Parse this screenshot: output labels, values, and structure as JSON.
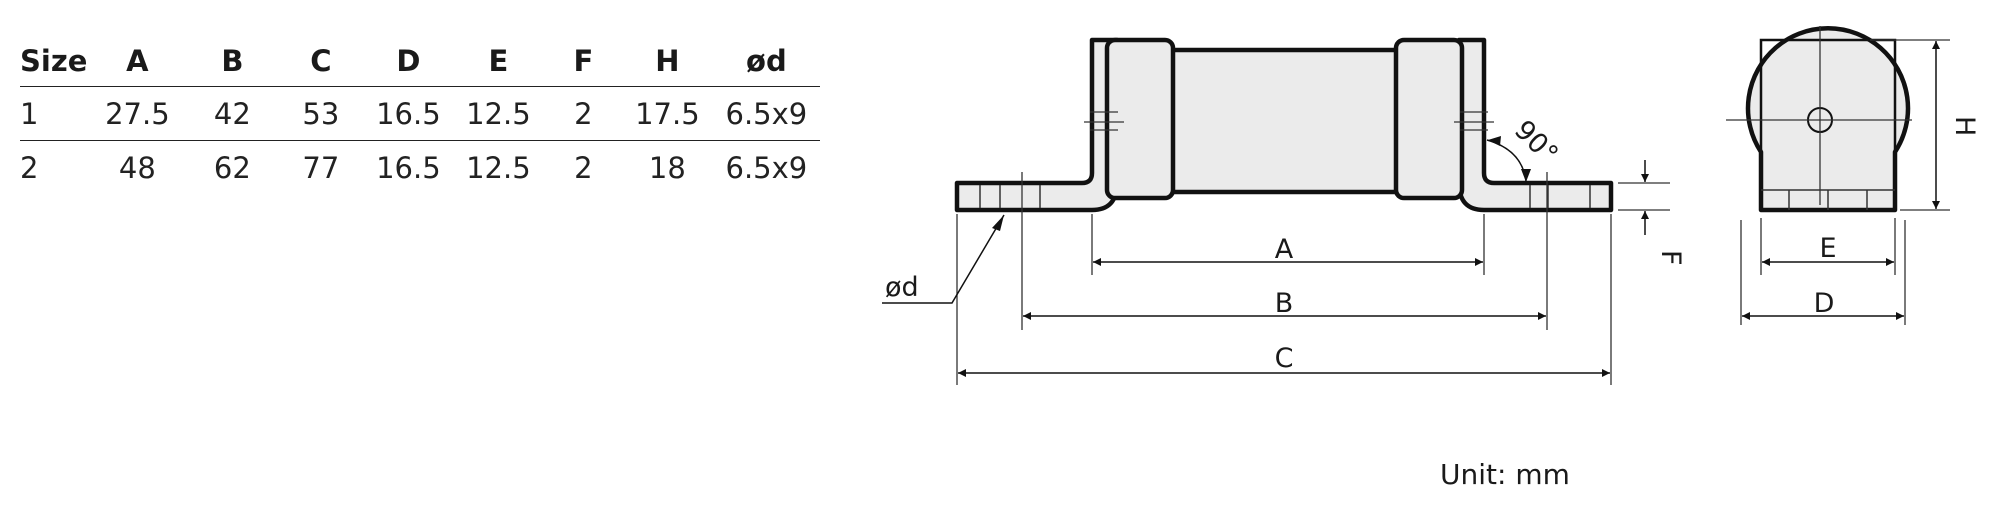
{
  "table": {
    "headers": [
      "Size",
      "A",
      "B",
      "C",
      "D",
      "E",
      "F",
      "H",
      "ød"
    ],
    "rows": [
      [
        "1",
        "27.5",
        "42",
        "53",
        "16.5",
        "12.5",
        "2",
        "17.5",
        "6.5x9"
      ],
      [
        "2",
        "48",
        "62",
        "77",
        "16.5",
        "12.5",
        "2",
        "18",
        "6.5x9"
      ]
    ]
  },
  "diagram": {
    "labels": {
      "A": "A",
      "B": "B",
      "C": "C",
      "D": "D",
      "E": "E",
      "F": "F",
      "H": "H",
      "hole": "ød",
      "angle": "90°"
    }
  },
  "unit_label": "Unit: mm",
  "colors": {
    "body_fill": "#ebebeb",
    "outline": "#111111"
  }
}
